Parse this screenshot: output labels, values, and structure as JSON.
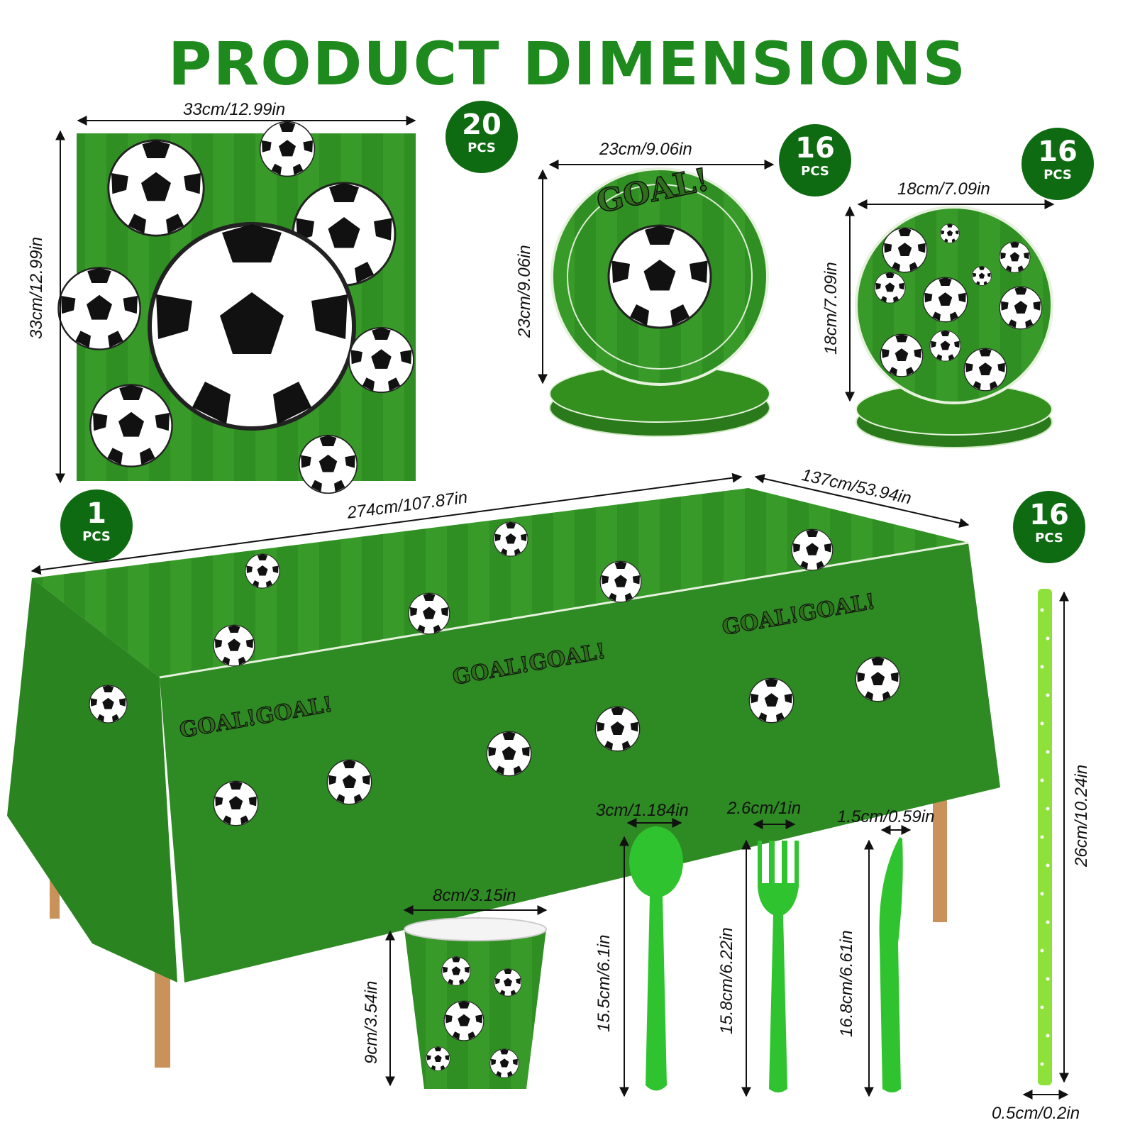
{
  "title": "PRODUCT DIMENSIONS",
  "colors": {
    "title": "#1e8a1e",
    "badge": "#0f6b12",
    "grass": "#2f8f22",
    "cutlery": "#2fc42f",
    "straw": "#8ee03a"
  },
  "badges": [
    {
      "count": "20",
      "unit": "PCS"
    },
    {
      "count": "16",
      "unit": "PCS"
    },
    {
      "count": "16",
      "unit": "PCS"
    },
    {
      "count": "1",
      "unit": "PCS"
    },
    {
      "count": "16",
      "unit": "PCS"
    }
  ],
  "napkin": {
    "width": "33cm/12.99in",
    "height": "33cm/12.99in"
  },
  "dinner_plate": {
    "width": "23cm/9.06in",
    "height": "23cm/9.06in",
    "print": "GOAL!"
  },
  "dessert_plate": {
    "width": "18cm/7.09in",
    "height": "18cm/7.09in"
  },
  "tablecloth": {
    "length": "274cm/107.87in",
    "width": "137cm/53.94in",
    "print": "GOAL!GOAL!"
  },
  "cup": {
    "width": "8cm/3.15in",
    "height": "9cm/3.54in"
  },
  "spoon": {
    "width": "3cm/1.184in",
    "height": "15.5cm/6.1in"
  },
  "fork": {
    "width": "2.6cm/1in",
    "height": "15.8cm/6.22in"
  },
  "knife": {
    "width": "1.5cm/0.59in",
    "height": "16.8cm/6.61in"
  },
  "straw": {
    "height": "26cm/10.24in",
    "width": "0.5cm/0.2in"
  }
}
